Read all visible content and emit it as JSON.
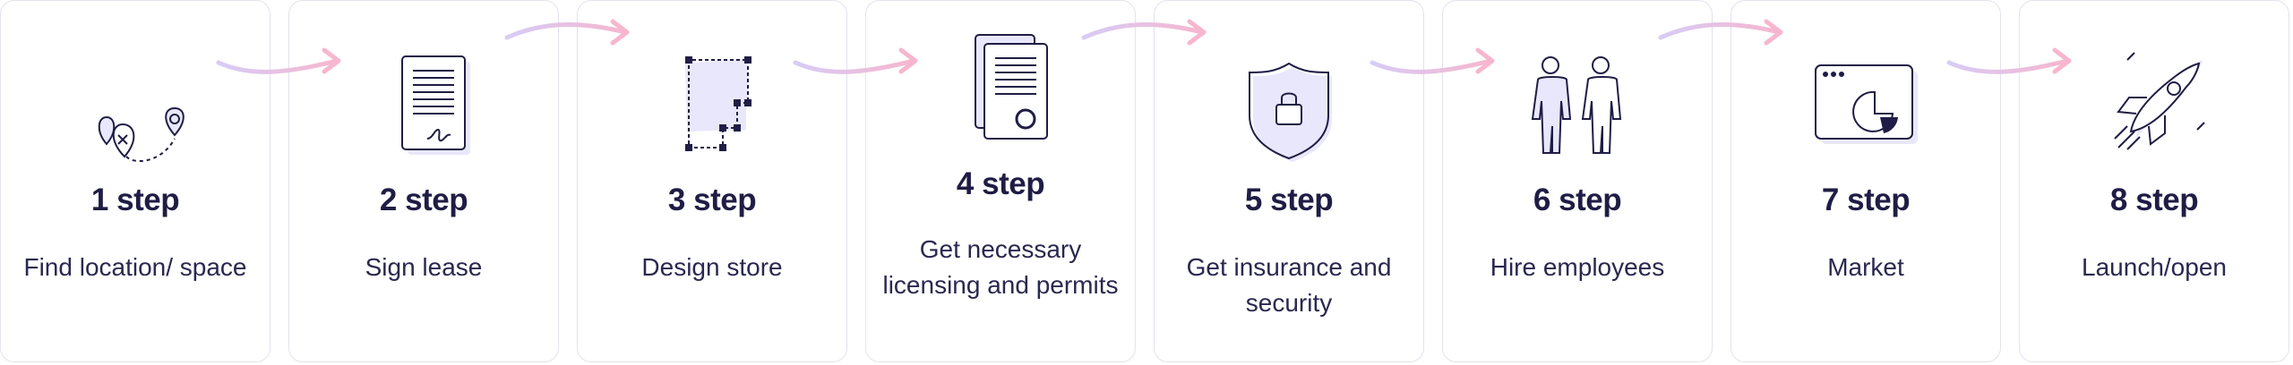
{
  "steps": [
    {
      "title": "1 step",
      "description": "Find location/ space",
      "icon": "map-pins-icon"
    },
    {
      "title": "2 step",
      "description": "Sign lease",
      "icon": "signed-document-icon"
    },
    {
      "title": "3 step",
      "description": "Design store",
      "icon": "floor-plan-icon"
    },
    {
      "title": "4 step",
      "description": "Get necessary licensing and permits",
      "icon": "certificate-documents-icon"
    },
    {
      "title": "5 step",
      "description": "Get insurance and security",
      "icon": "shield-lock-icon"
    },
    {
      "title": "6 step",
      "description": "Hire employees",
      "icon": "two-people-icon"
    },
    {
      "title": "7 step",
      "description": "Market",
      "icon": "browser-pie-chart-icon"
    },
    {
      "title": "8 step",
      "description": "Launch/open",
      "icon": "rocket-icon"
    }
  ],
  "colors": {
    "text": "#1f1d45",
    "card_border": "#e3e2ef",
    "icon_fill": "#e9e7fb",
    "arrow_start": "#d7ccf6",
    "arrow_end": "#f7b6cf"
  }
}
